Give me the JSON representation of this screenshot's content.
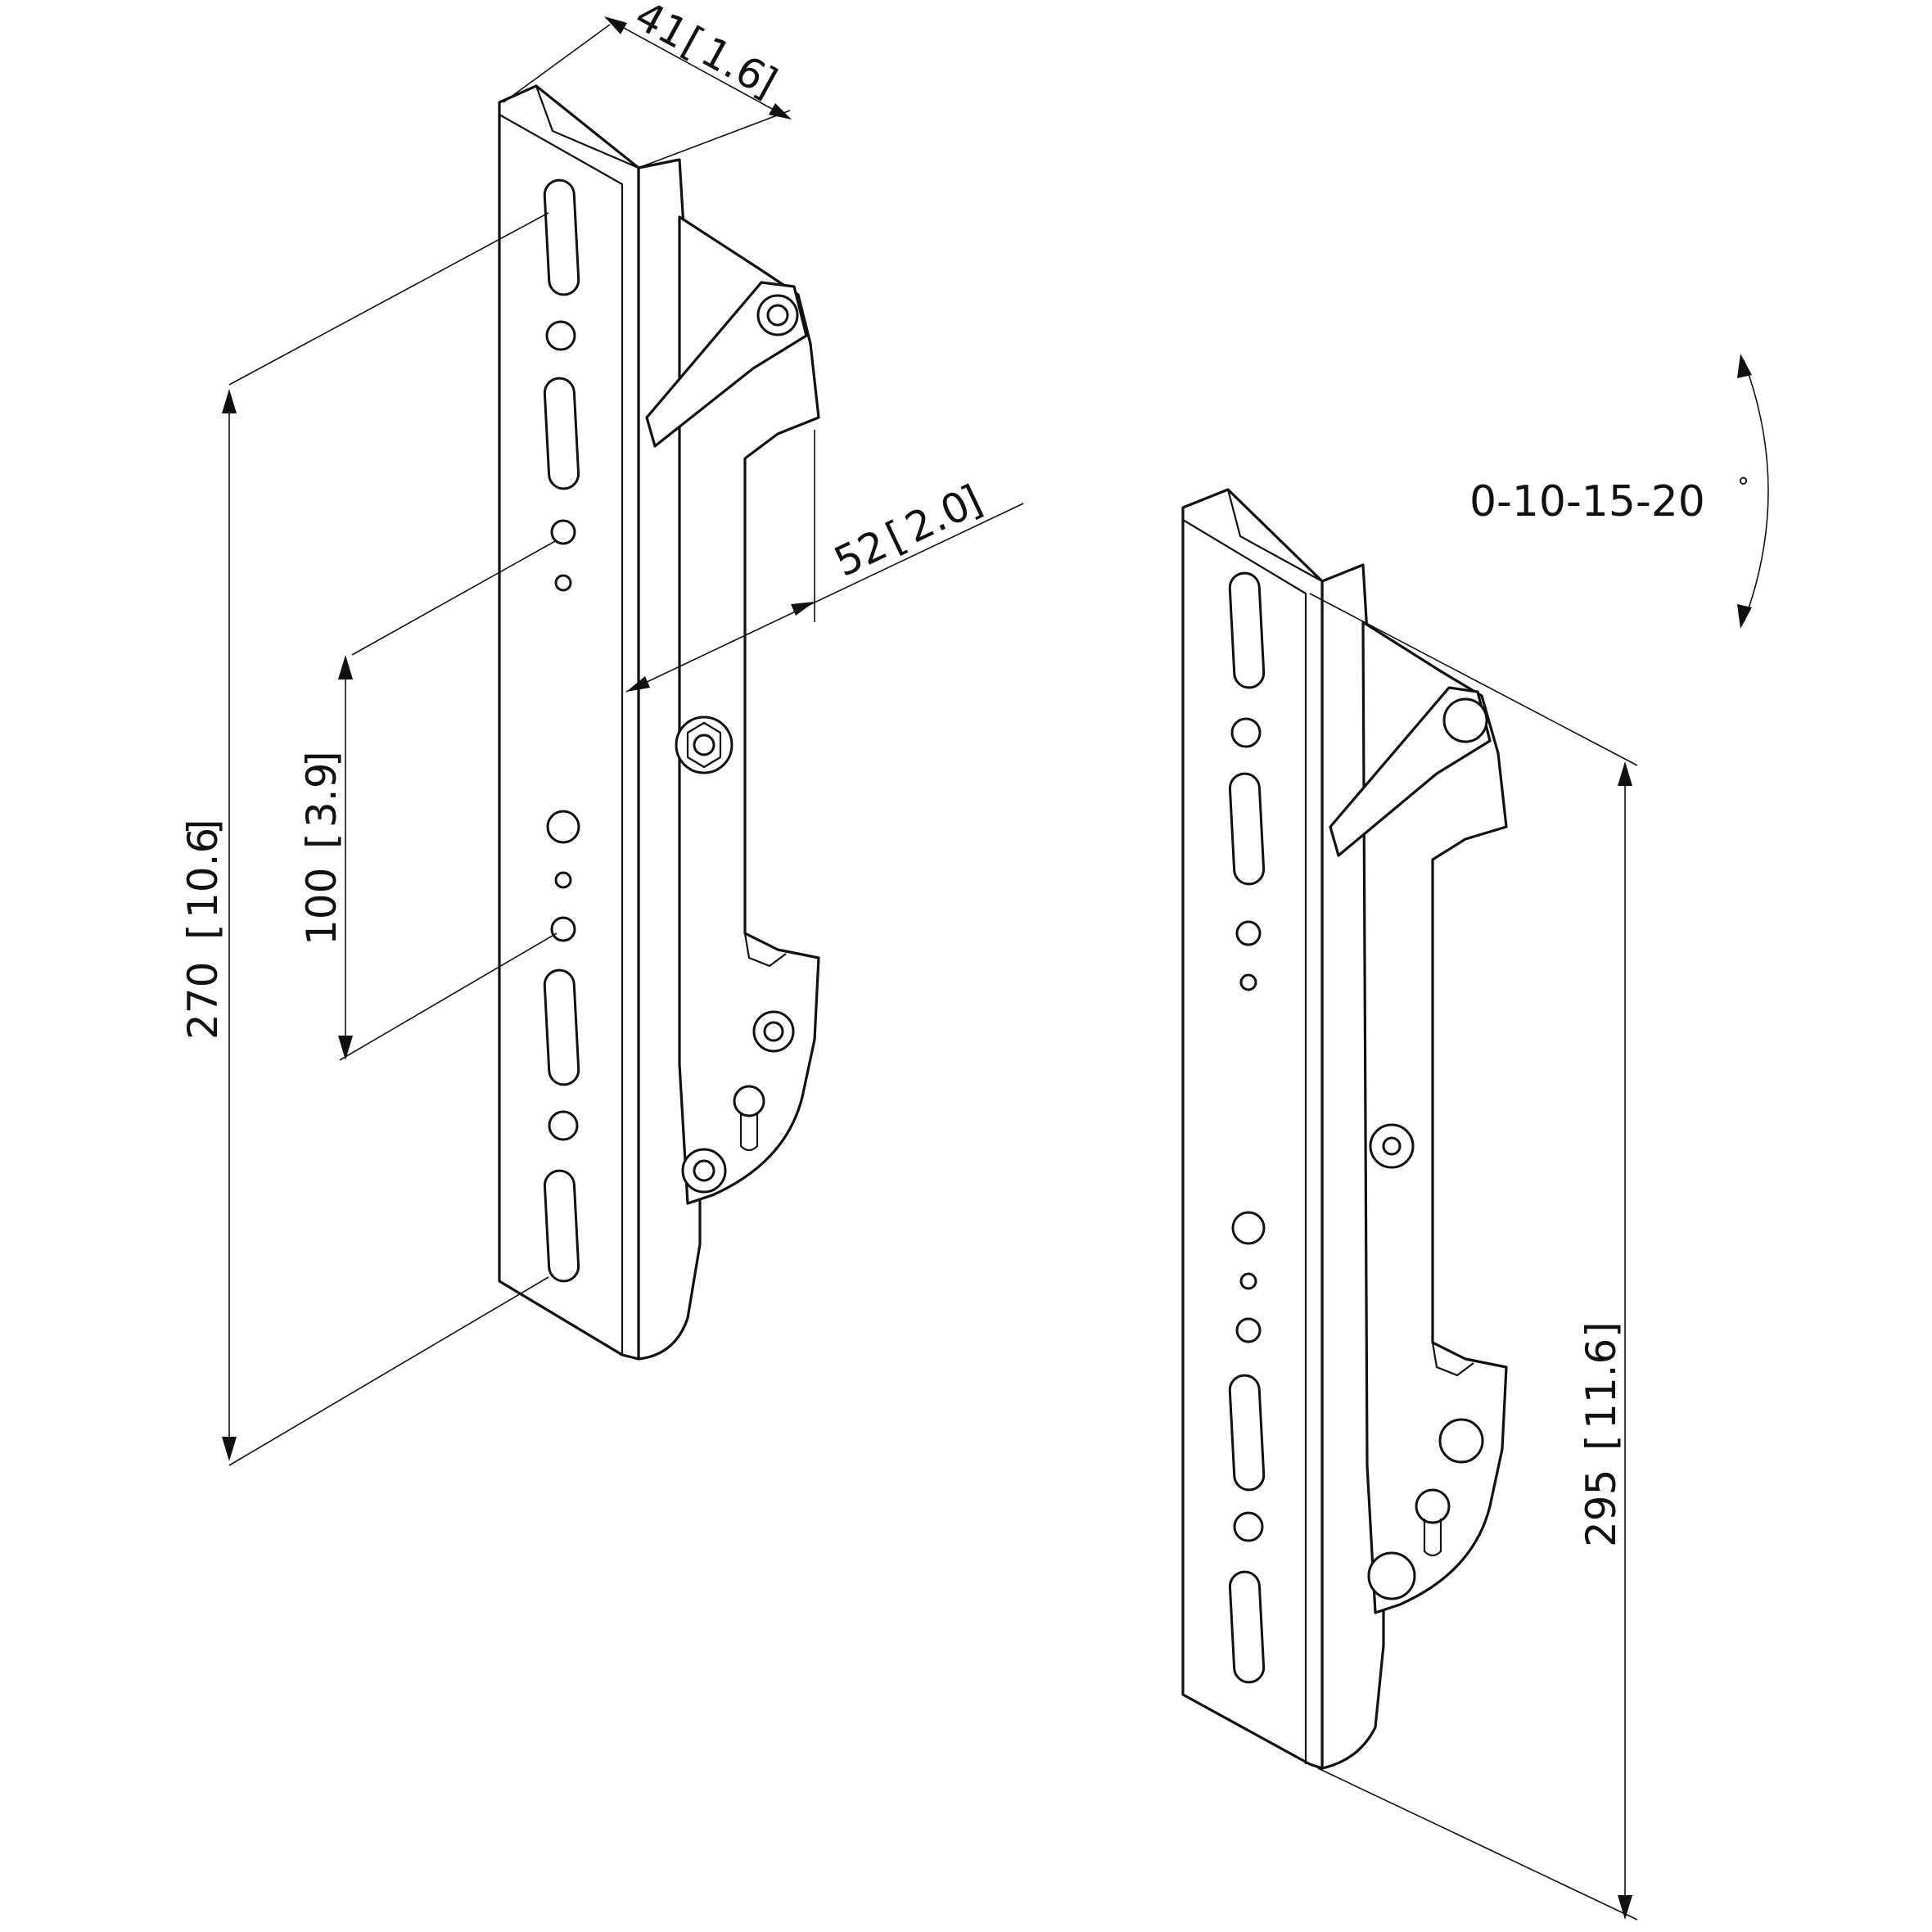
{
  "dimensions": {
    "height_270": {
      "value": "270",
      "bracket": "10.6"
    },
    "spacing_100": {
      "value": "100",
      "bracket": "3.9"
    },
    "width_41": {
      "value": "41",
      "bracket": "1.6"
    },
    "depth_52": {
      "value": "52",
      "bracket": "2.0"
    },
    "height_295": {
      "value": "295",
      "bracket": "11.6"
    }
  },
  "tilt": {
    "label": "0-10-15-20",
    "unit": "°"
  }
}
